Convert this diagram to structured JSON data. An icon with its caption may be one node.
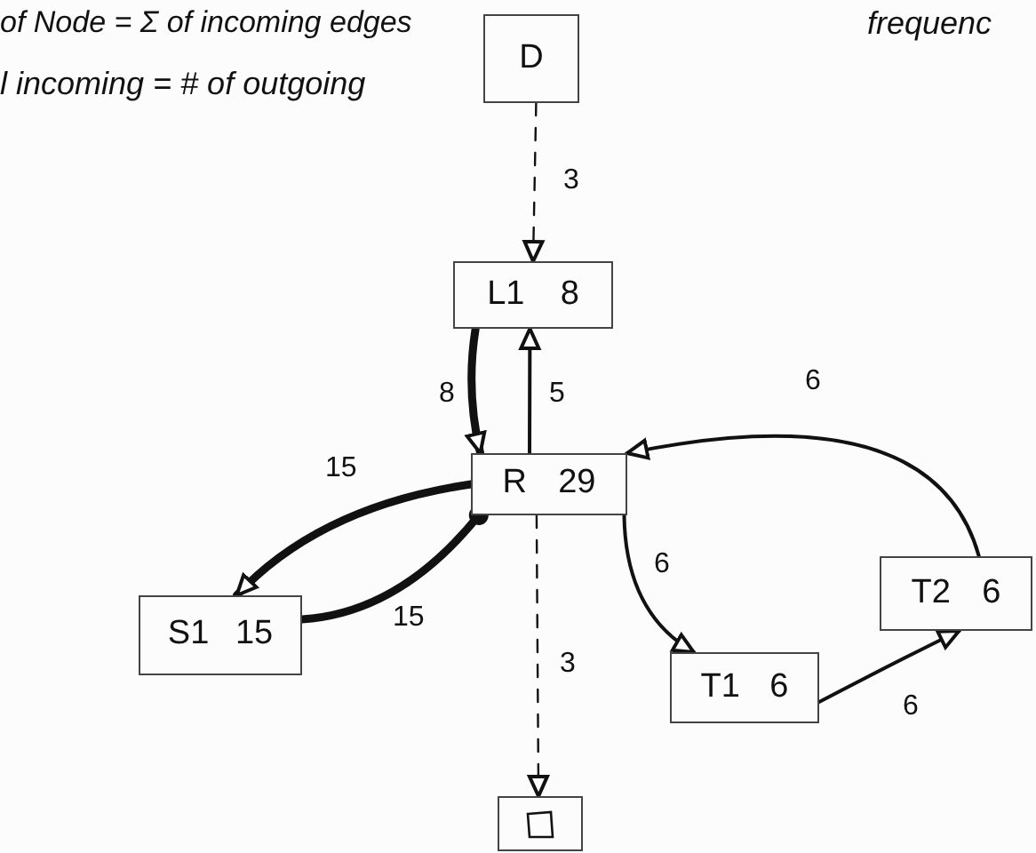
{
  "diagram": {
    "nodes": [
      {
        "text": [
          "D"
        ]
      },
      {
        "text": [
          "L1",
          "8"
        ]
      },
      {
        "text": [
          "R",
          "29"
        ]
      },
      {
        "text": [
          "S1",
          "15"
        ]
      },
      {
        "text": [
          "T1",
          "6"
        ]
      },
      {
        "text": [
          "T2",
          "6"
        ]
      },
      {
        "text": [],
        "shape": "box"
      }
    ],
    "edges": [
      {
        "from": 0,
        "to": 1,
        "arrow": "to",
        "label": "3",
        "style": "dashed"
      },
      {
        "from": 1,
        "to": 2,
        "arrow": "to",
        "label": "8",
        "style": "thick"
      },
      {
        "from": 2,
        "to": 1,
        "arrow": "to",
        "label": "5"
      },
      {
        "from": 2,
        "to": 3,
        "arrow": "to",
        "label": "15",
        "style": "thick"
      },
      {
        "from": 3,
        "to": 2,
        "arrow": "other",
        "label": "15",
        "style": "thick"
      },
      {
        "from": 2,
        "to": 4,
        "arrow": "to",
        "label": "6"
      },
      {
        "from": 5,
        "to": 2,
        "arrow": "to",
        "label": "6"
      },
      {
        "from": 4,
        "to": 5,
        "arrow": "to",
        "label": "6"
      },
      {
        "from": 2,
        "to": 6,
        "arrow": "to",
        "label": "3",
        "style": "dashed"
      }
    ],
    "labels": [
      "of Node = Σ of incoming edges",
      "l incoming = # of outgoing",
      "frequenc"
    ]
  }
}
